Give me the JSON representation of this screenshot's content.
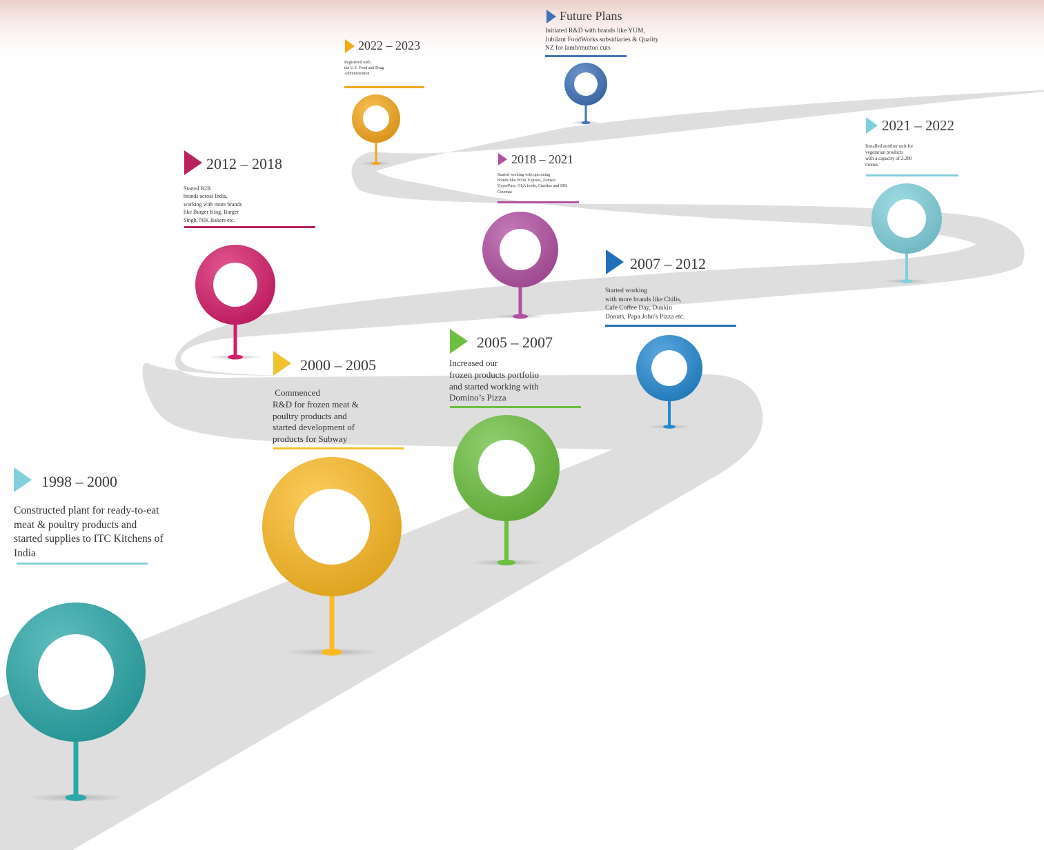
{
  "milestones": [
    {
      "key": "m1998",
      "period": "1998 – 2000",
      "color": "#7fd0dc",
      "pin_color": "#2aa7a8",
      "lines": [
        "Constructed plant for ready-to-eat",
        "meat & poultry products and",
        "started supplies to ITC Kitchens of",
        "India"
      ]
    },
    {
      "key": "m2000",
      "period": "2000 – 2005",
      "color": "#f2c12e",
      "pin_color": "#fbb923",
      "lines": [
        " Commenced",
        "R&D for frozen meat &",
        "poultry products and",
        "started development of",
        "products for Subway"
      ]
    },
    {
      "key": "m2005",
      "period": "2005 – 2007",
      "color": "#6cbf3f",
      "pin_color": "#6cbf3f",
      "lines": [
        "Increased our",
        "frozen products portfolio",
        "and started working with",
        "Domino’s Pizza"
      ]
    },
    {
      "key": "m2007",
      "period": "2007 – 2012",
      "color": "#1f6fba",
      "pin_color": "#2489d2",
      "lines": [
        "Started working",
        "with more brands like Chilis,",
        "Cafe Coffee Day, Dunkin",
        "Donuts, Papa John's Pizza etc."
      ]
    },
    {
      "key": "m2012",
      "period": "2012 – 2018",
      "color": "#b8225f",
      "pin_color": "#d51e6b",
      "lines": [
        "Started B2B",
        "brands across India,",
        "working with more brands",
        "like Burger King, Burger",
        "Singh, NIK Bakers etc."
      ]
    },
    {
      "key": "m2018",
      "period": "2018 – 2021",
      "color": "#b14fa1",
      "pin_color": "#b14fa1",
      "lines": [
        "Started working with upcoming",
        "brands like WOK Express, Zomato",
        "HyprePure, OLA foods, Cineline and SRS",
        "Cinemas"
      ]
    },
    {
      "key": "m2021",
      "period": "2021 – 2022",
      "color": "#7fd0dc",
      "pin_color": "#7fd0dc",
      "lines": [
        "Installed another unit for",
        "vegetarian products",
        "with a capacity of 2,280",
        "tonnes"
      ]
    },
    {
      "key": "m2022",
      "period": "2022 – 2023",
      "color": "#f5a71b",
      "pin_color": "#f5a71b",
      "lines": [
        "Registered with",
        "the U.S. Food and Drug",
        "Administration"
      ]
    },
    {
      "key": "future",
      "period": "Future Plans",
      "color": "#3f72b8",
      "pin_color": "#3f72b8",
      "lines": [
        "Initiated R&D with brands like YUM,",
        "Jubilant FoodWorks subsidiaries & Quality",
        "NZ for lamb/mutton cuts"
      ]
    }
  ]
}
